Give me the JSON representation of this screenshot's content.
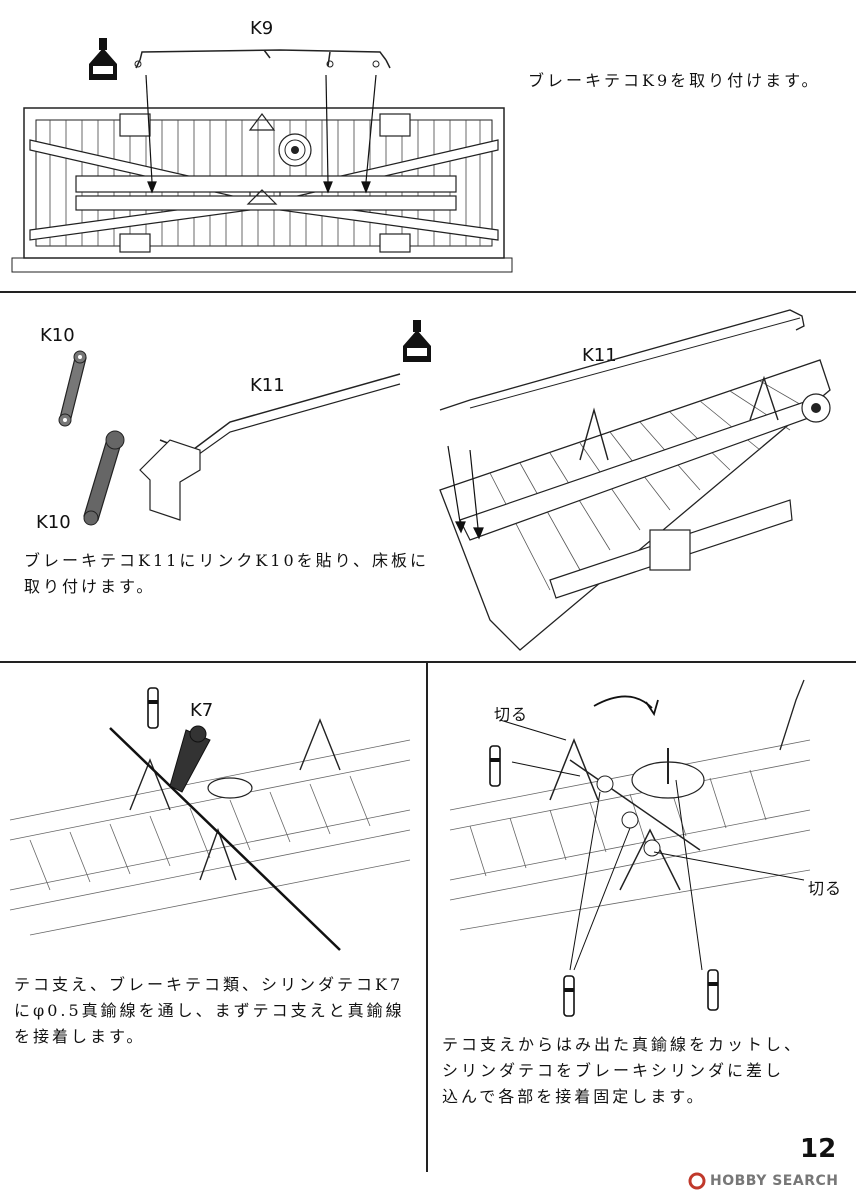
{
  "section1": {
    "part_label": "K9",
    "instruction": "ブレーキテコK9を取り付けます。"
  },
  "section2": {
    "labels": {
      "k10_top": "K10",
      "k10_bottom": "K10",
      "k11_left": "K11",
      "k11_right": "K11"
    },
    "instruction_line1": "ブレーキテコK11にリンクK10を貼り、床板に",
    "instruction_line2": "取り付けます。"
  },
  "section3": {
    "part_label": "K7",
    "instruction_line1": "テコ支え、ブレーキテコ類、シリンダテコK7",
    "instruction_line2": "にφ0.5真鍮線を通し、まずテコ支えと真鍮線",
    "instruction_line3": "を接着します。"
  },
  "section4": {
    "cut_label_top": "切る",
    "cut_label_right": "切る",
    "instruction_line1": "テコ支えからはみ出た真鍮線をカットし、",
    "instruction_line2": "シリンダテコをブレーキシリンダに差し",
    "instruction_line3": "込んで各部を接着固定します。"
  },
  "page_number": "12",
  "watermark": "HOBBY SEARCH",
  "icons": [
    "glue-bottle-icon",
    "glue-bottle-icon",
    "brass-wire-pin-icon",
    "arrow-rotate-icon"
  ]
}
